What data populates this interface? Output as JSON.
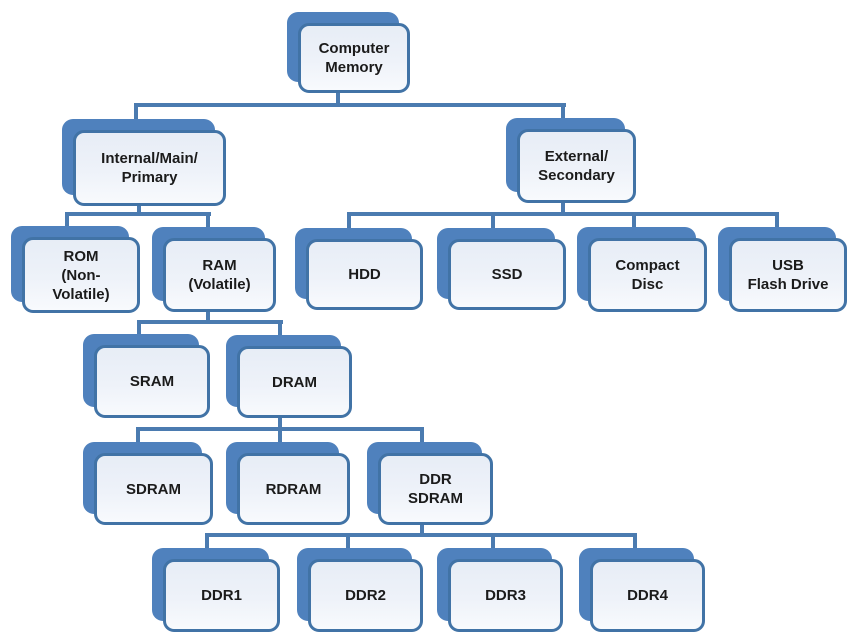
{
  "diagram": {
    "title": "Computer Memory classification tree",
    "type": "tree",
    "colors": {
      "card_back_blue": "#4f81bd",
      "card_border_blue": "#4173a6",
      "connector_blue": "#4b7bb0",
      "card_fill": "#eef2f9",
      "text": "#1b1b1b",
      "background": "#ffffff"
    },
    "nodes": {
      "computer_memory": {
        "label": "Computer\nMemory"
      },
      "internal": {
        "label": "Internal/Main/\nPrimary"
      },
      "external": {
        "label": "External/\nSecondary"
      },
      "rom": {
        "label": "ROM\n(Non-\nVolatile)"
      },
      "ram": {
        "label": "RAM\n(Volatile)"
      },
      "hdd": {
        "label": "HDD"
      },
      "ssd": {
        "label": "SSD"
      },
      "compact_disc": {
        "label": "Compact\nDisc"
      },
      "usb_flash_drive": {
        "label": "USB\nFlash Drive"
      },
      "sram": {
        "label": "SRAM"
      },
      "dram": {
        "label": "DRAM"
      },
      "sdram": {
        "label": "SDRAM"
      },
      "rdram": {
        "label": "RDRAM"
      },
      "ddr_sdram": {
        "label": "DDR\nSDRAM"
      },
      "ddr1": {
        "label": "DDR1"
      },
      "ddr2": {
        "label": "DDR2"
      },
      "ddr3": {
        "label": "DDR3"
      },
      "ddr4": {
        "label": "DDR4"
      }
    },
    "edges": [
      [
        "computer_memory",
        "internal"
      ],
      [
        "computer_memory",
        "external"
      ],
      [
        "internal",
        "rom"
      ],
      [
        "internal",
        "ram"
      ],
      [
        "external",
        "hdd"
      ],
      [
        "external",
        "ssd"
      ],
      [
        "external",
        "compact_disc"
      ],
      [
        "external",
        "usb_flash_drive"
      ],
      [
        "ram",
        "sram"
      ],
      [
        "ram",
        "dram"
      ],
      [
        "dram",
        "sdram"
      ],
      [
        "dram",
        "rdram"
      ],
      [
        "dram",
        "ddr_sdram"
      ],
      [
        "ddr_sdram",
        "ddr1"
      ],
      [
        "ddr_sdram",
        "ddr2"
      ],
      [
        "ddr_sdram",
        "ddr3"
      ],
      [
        "ddr_sdram",
        "ddr4"
      ]
    ]
  }
}
